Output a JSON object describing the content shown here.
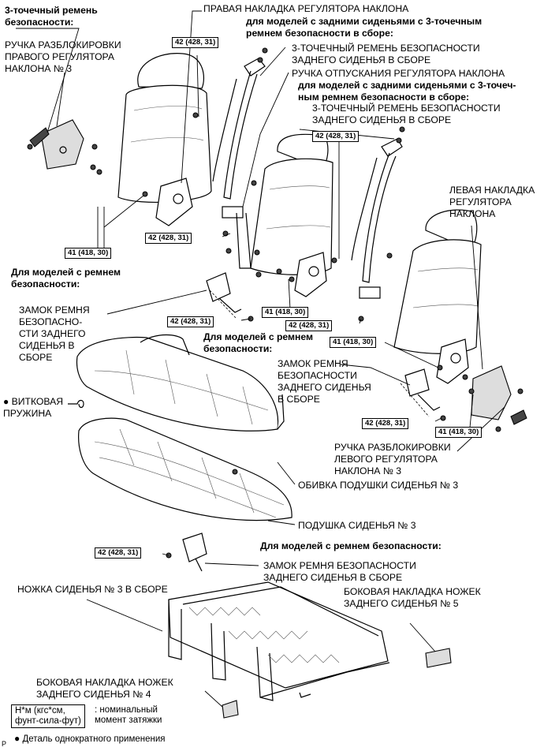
{
  "labels": {
    "belt_3pt_header": "3-точечный ремень\nбезопасности:",
    "handle_right_3": "РУЧКА РАЗБЛОКИРОВКИ\nПРАВОГО РЕГУЛЯТОРА\nНАКЛОНА № 3",
    "right_recliner_cover": "ПРАВАЯ НАКЛАДКА РЕГУЛЯТОРА НАКЛОНА",
    "rear_seat_models_note_1": "для моделей с задними сиденьями с 3-точечным\nремнем безопасности в сборе:",
    "rear_belt_assy_1": "3-ТОЧЕЧНЫЙ РЕМЕНЬ БЕЗОПАСНОСТИ\nЗАДНЕГО СИДЕНЬЯ В СБОРЕ",
    "recliner_release_handle": "РУЧКА ОТПУСКАНИЯ РЕГУЛЯТОРА НАКЛОНА",
    "rear_seat_models_note_2": "для моделей с задними сиденьями с 3-точеч-\nным ремнем безопасности в сборе:",
    "rear_belt_assy_2": "3-ТОЧЕЧНЫЙ РЕМЕНЬ БЕЗОПАСНОСТИ\nЗАДНЕГО СИДЕНЬЯ В СБОРЕ",
    "left_recliner_cover": "ЛЕВАЯ НАКЛАДКА\nРЕГУЛЯТОРА\nНАКЛОНА",
    "belt_models_1": "Для моделей с ремнем\nбезопасности:",
    "buckle_assy_left": "ЗАМОК РЕМНЯ\nБЕЗОПАСНО-\nСТИ ЗАДНЕГО\nСИДЕНЬЯ В\nСБОРЕ",
    "belt_models_2": "Для моделей с ремнем\nбезопасности:",
    "buckle_assy_mid": "ЗАМОК РЕМНЯ\nБЕЗОПАСНОСТИ\nЗАДНЕГО СИДЕНЬЯ\nВ СБОРЕ",
    "coil_spring": "ВИТКОВАЯ\nПРУЖИНА",
    "handle_left_3": "РУЧКА РАЗБЛОКИРОВКИ\nЛЕВОГО РЕГУЛЯТОРА\nНАКЛОНА № 3",
    "cushion_cover_3": "ОБИВКА ПОДУШКИ СИДЕНЬЯ № 3",
    "cushion_3": "ПОДУШКА СИДЕНЬЯ № 3",
    "belt_models_3": "Для моделей с ремнем безопасности:",
    "buckle_assy_bottom": "ЗАМОК РЕМНЯ БЕЗОПАСНОСТИ\nЗАДНЕГО СИДЕНЬЯ В СБОРЕ",
    "seat_leg_3": "НОЖКА СИДЕНЬЯ № 3 В СБОРЕ",
    "leg_cover_5": "БОКОВАЯ НАКЛАДКА НОЖЕК\nЗАДНЕГО СИДЕНЬЯ № 5",
    "leg_cover_4": "БОКОВАЯ НАКЛАДКА НОЖЕК\nЗАДНЕГО СИДЕНЬЯ № 4"
  },
  "torque": {
    "t42": "42 (428, 31)",
    "t41": "41 (418, 30)"
  },
  "legend": {
    "box": "Н*м (кгс*см,\nфунт-сила-фут)",
    "text": ": номинальный\nмомент затяжки",
    "footnote": "Деталь однократного применения",
    "bullet": "●",
    "corner": "P"
  }
}
